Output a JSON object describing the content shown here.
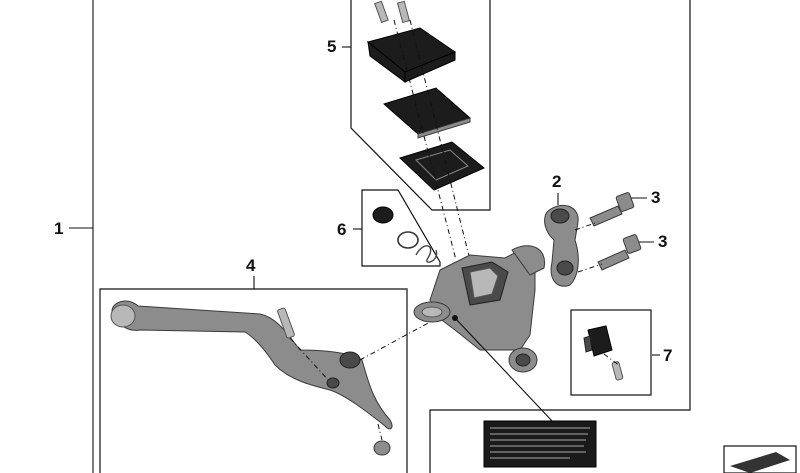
{
  "callouts": {
    "c1": "1",
    "c2": "2",
    "c3a": "3",
    "c3b": "3",
    "c4": "4",
    "c5": "5",
    "c6": "6",
    "c7": "7"
  },
  "colors": {
    "line": "#111111",
    "metal": "#8c8c8c",
    "rubber": "#1c1c1c"
  },
  "icons": [
    "bolt-icon",
    "lever-icon",
    "reservoir-cap-icon",
    "warning-label-icon"
  ]
}
